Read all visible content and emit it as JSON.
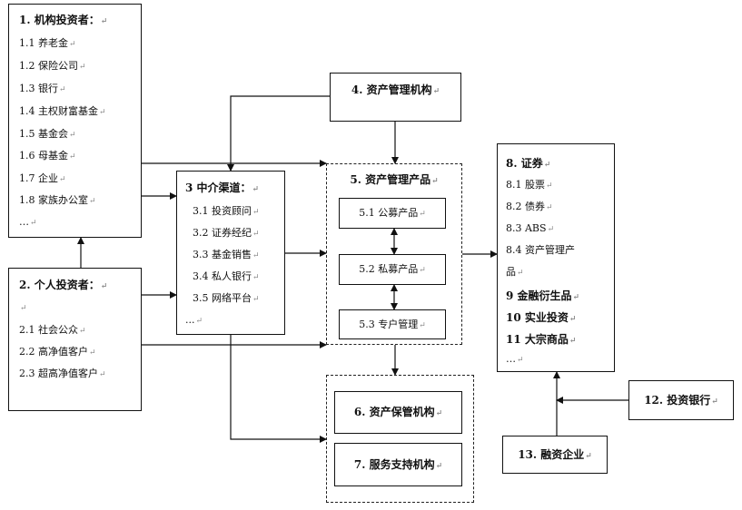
{
  "para_mark": "↵",
  "institutional": {
    "title": "1. 机构投资者：",
    "items": [
      "1.1 养老金",
      "1.2 保险公司",
      "1.3 银行",
      "1.4 主权财富基金",
      "1.5 基金会",
      "1.6 母基金",
      "1.7 企业",
      "1.8 家族办公室",
      "…"
    ]
  },
  "individual": {
    "title": "2. 个人投资者：",
    "items": [
      "2.1 社会公众",
      "2.2 高净值客户",
      "2.3 超高净值客户"
    ]
  },
  "intermediary": {
    "title": "3 中介渠道：",
    "items": [
      "3.1 投资顾问",
      "3.2 证券经纪",
      "3.3 基金销售",
      "3.4 私人银行",
      "3.5 网络平台",
      "..."
    ]
  },
  "am_org": {
    "title": "4. 资产管理机构"
  },
  "am_products": {
    "title": "5. 资产管理产品",
    "items": [
      "5.1 公募产品",
      "5.2 私募产品",
      "5.3 专户管理"
    ]
  },
  "custody": {
    "title": "6. 资产保管机构"
  },
  "service": {
    "title": "7. 服务支持机构"
  },
  "securities": {
    "title": "8. 证券",
    "items": [
      "8.1 股票",
      "8.2 债券",
      "8.3 ABS",
      "8.4 资产管理产",
      "品"
    ]
  },
  "assets": {
    "derivatives": "9 金融衍生品",
    "real_invest": "10 实业投资",
    "commodity": "11 大宗商品",
    "ellipsis": "…"
  },
  "inv_bank": {
    "title": "12. 投资银行"
  },
  "financing": {
    "title": "13. 融资企业"
  }
}
